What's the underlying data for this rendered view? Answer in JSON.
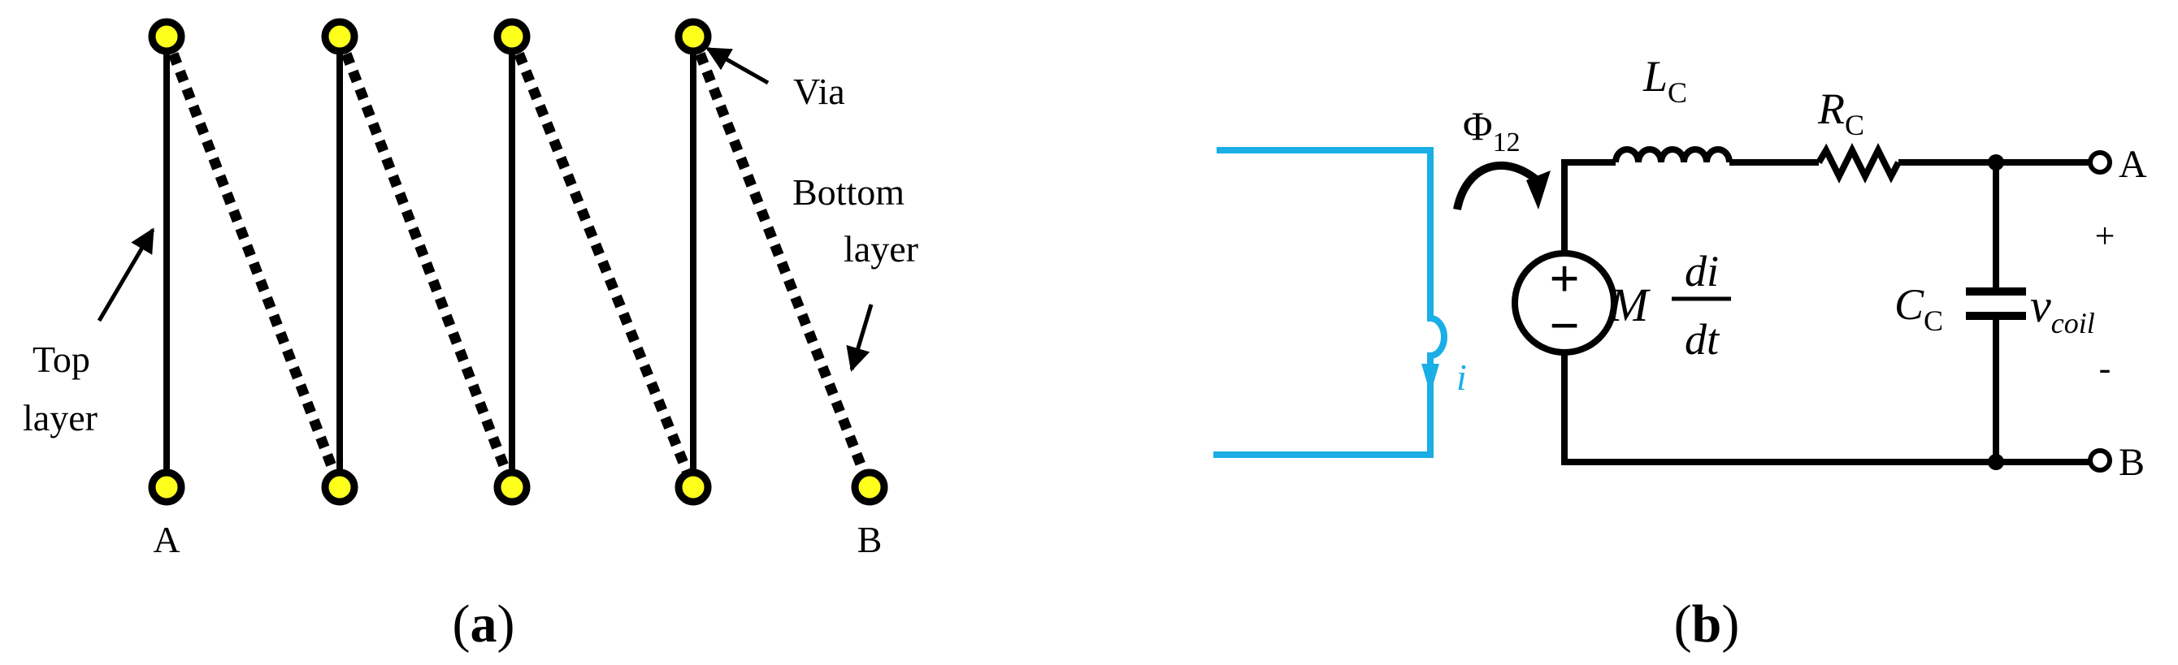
{
  "panel_a": {
    "caption_open": "(",
    "caption_letter": "a",
    "caption_close": ")",
    "labels": {
      "via": "Via",
      "bottom_1": "Bottom",
      "bottom_2": "layer",
      "top_1": "Top",
      "top_2": "layer",
      "terminal_a": "A",
      "terminal_b": "B"
    }
  },
  "panel_b": {
    "caption_open": "(",
    "caption_letter": "b",
    "caption_close": ")",
    "labels": {
      "flux": "Φ",
      "flux_sub": "12",
      "inductor": "L",
      "inductor_sub": "C",
      "resistor": "R",
      "resistor_sub": "C",
      "capacitor": "C",
      "capacitor_sub": "C",
      "source_plus": "+",
      "source_minus": "−",
      "source_m": "M",
      "source_num": "di",
      "source_den": "dt",
      "current": "i",
      "terminal_a": "A",
      "terminal_b": "B",
      "v_plus": "+",
      "v_minus": "-",
      "voltage": "v",
      "voltage_sub": "coil"
    }
  },
  "colors": {
    "via_fill": "#ffff1c",
    "primary_loop": "#19aee6",
    "wire": "#000000"
  }
}
